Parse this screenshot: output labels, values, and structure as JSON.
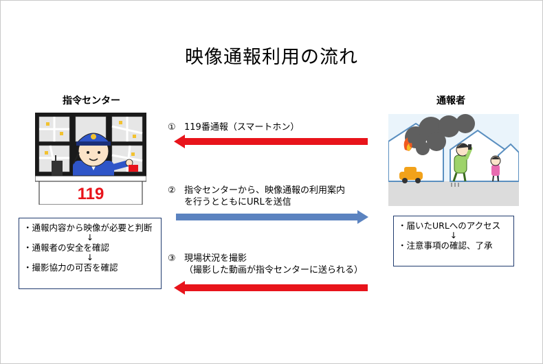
{
  "title": "映像通報利用の流れ",
  "left_label": "指令センター",
  "right_label": "通報者",
  "badge_text": "119",
  "steps": [
    {
      "number": "①",
      "lines": [
        "119番通報（スマートホン）"
      ]
    },
    {
      "number": "②",
      "lines": [
        "指令センターから、映像通報の利用案内",
        "を行うとともにURLを送信"
      ]
    },
    {
      "number": "③",
      "lines": [
        "現場状況を撮影",
        "（撮影した動画が指令センターに送られる）"
      ]
    }
  ],
  "left_box": {
    "line1": "・通報内容から映像が必要と判断",
    "line2": "・通報者の安全を確認",
    "line3": "・撮影協力の可否を確認",
    "down": "↓"
  },
  "right_box": {
    "line1": "・届いたURLへのアクセス",
    "line2": "・注意事項の確認、了承",
    "down": "↓"
  },
  "colors": {
    "red_arrow": "#e8141b",
    "blue_arrow": "#5b83c0",
    "box_border": "#1f3a6e"
  }
}
